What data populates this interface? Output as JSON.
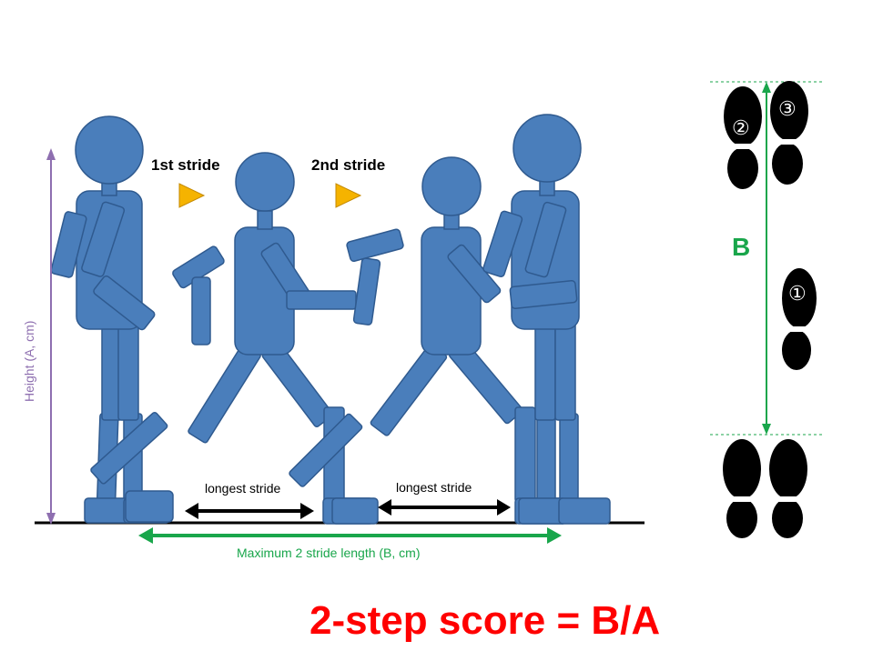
{
  "labels": {
    "first_stride": "1st stride",
    "second_stride": "2nd stride",
    "height": "Height (A, cm)",
    "longest_stride_1": "longest stride",
    "longest_stride_2": "longest stride",
    "max_length": "Maximum 2 stride length (B, cm)",
    "b": "B",
    "score": "2-step score = B/A"
  },
  "footprints": {
    "step_1": "①",
    "step_2": "②",
    "step_3": "③"
  },
  "colors": {
    "figure": "#4a7ebb",
    "figure_edge": "#2f5a8f",
    "height_arrow": "#8e6fb0",
    "length_arrow": "#19a64b",
    "stride_arrow": "#000000",
    "stride_marker": "#f5b300",
    "score_text": "#ff0000",
    "footprint": "#000000"
  },
  "icons": {
    "stride_marker": "triangle-right-icon",
    "footprint": "footprint-icon"
  }
}
